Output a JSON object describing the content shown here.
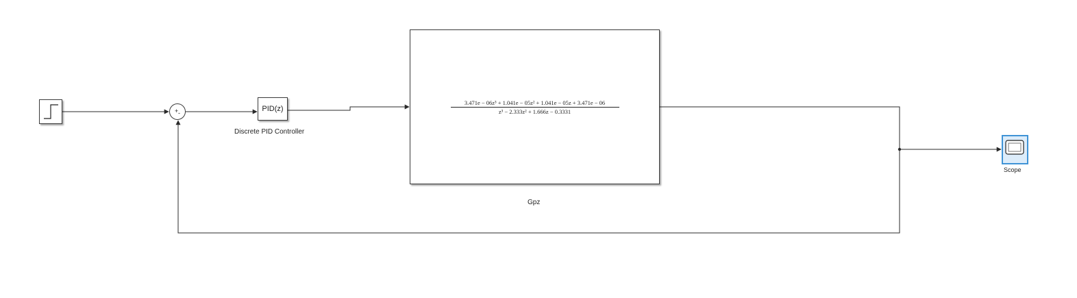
{
  "blocks": {
    "step": {
      "label": ""
    },
    "sum": {
      "signs": [
        "+",
        "-"
      ]
    },
    "pid": {
      "text": "PID(z)",
      "label": "Discrete PID Controller"
    },
    "gpz": {
      "numerator": "3.471e − 06z³ + 1.041e − 05z² + 1.041e − 05z + 3.471e − 06",
      "denominator": "z³ − 2.333z² + 1.666z − 0.3331",
      "label": "Gpz"
    },
    "scope": {
      "label": "Scope"
    }
  },
  "colors": {
    "line": "#2a2a2a",
    "scope_border": "#3f93d6",
    "scope_fill": "#dcecfa"
  }
}
